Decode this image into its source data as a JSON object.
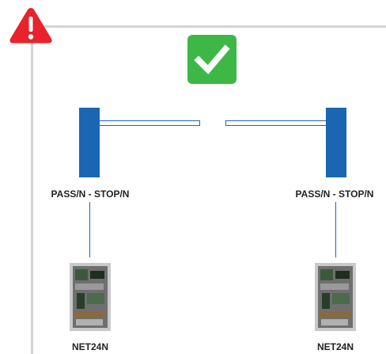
{
  "status": {
    "warning_icon": "warning-triangle-icon",
    "warning_color": "#e8232b",
    "ok_icon": "checkmark-icon",
    "ok_color": "#3db847"
  },
  "gates": [
    {
      "label": "PASS/N - STOP/N",
      "device": "NET24N"
    },
    {
      "label": "PASS/N - STOP/N",
      "device": "NET24N"
    }
  ],
  "colors": {
    "barrier": "#1a66b3",
    "frame": "#d4d4d4"
  }
}
